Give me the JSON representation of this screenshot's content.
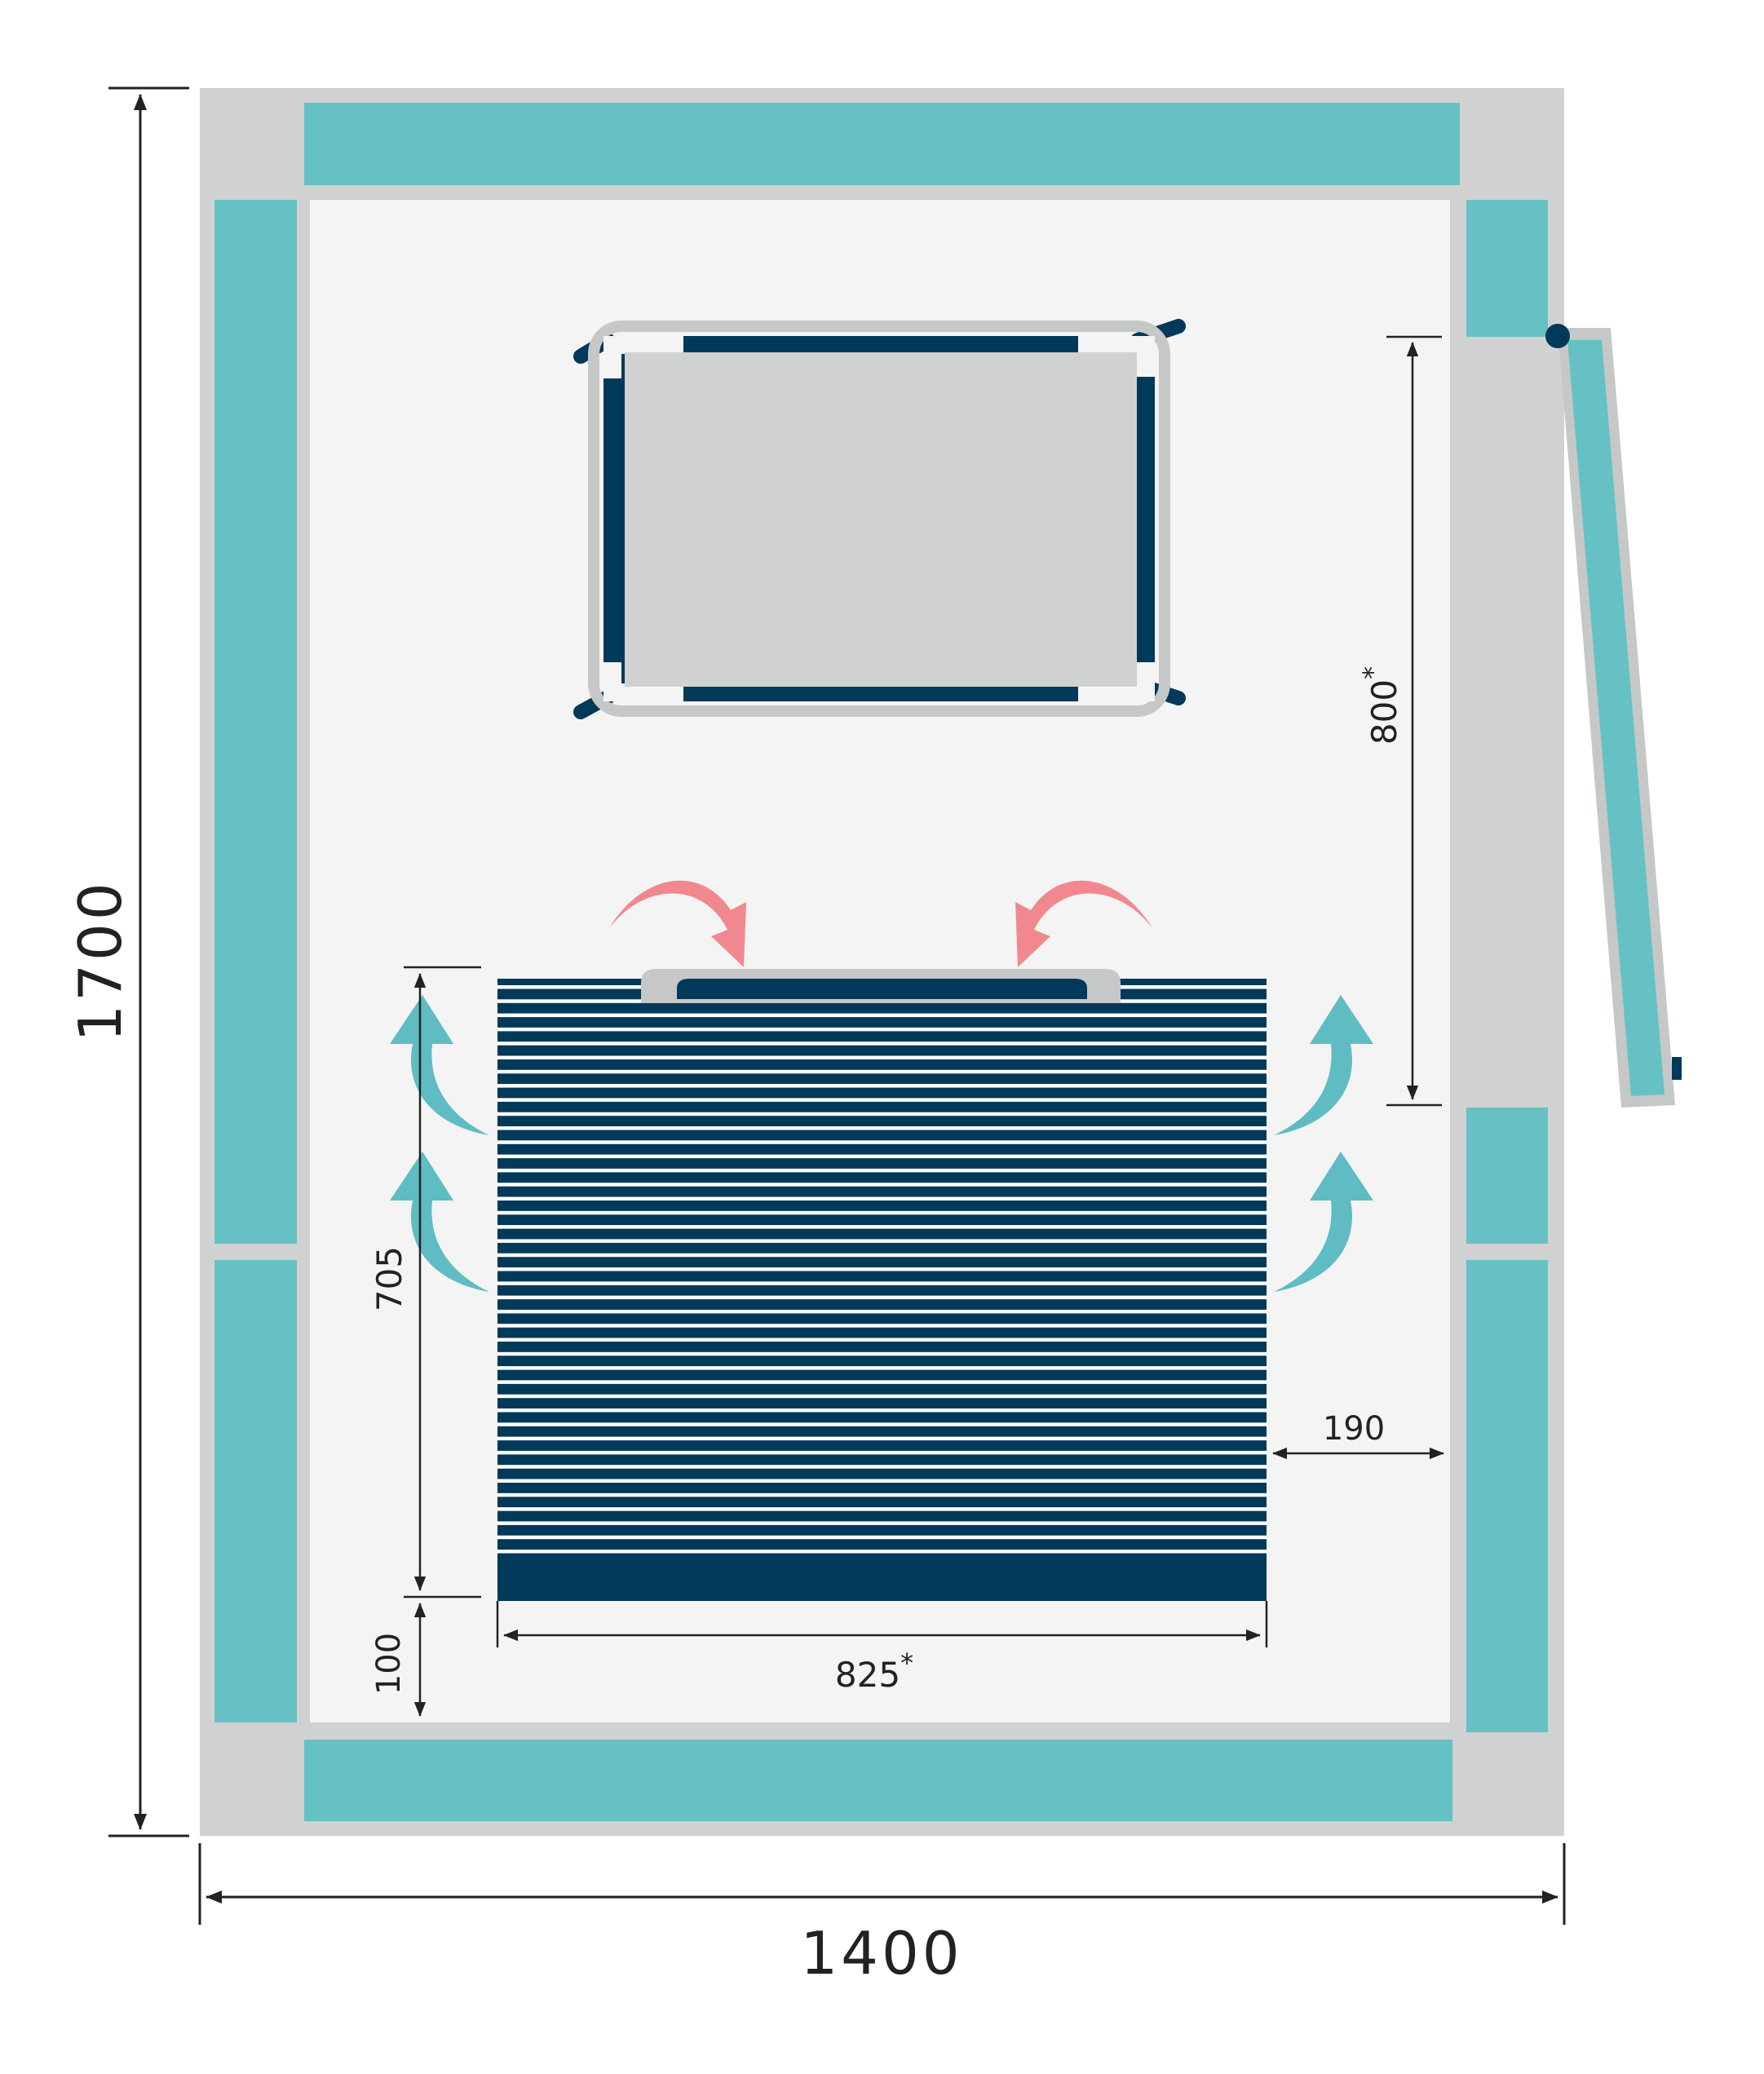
{
  "dimensions": {
    "total_height": "1700",
    "total_width": "1400",
    "clearance_front": "800",
    "unit_depth": "705",
    "unit_width": "825",
    "side_gap": "190",
    "bottom_gap": "100",
    "asterisk": "*"
  },
  "colors": {
    "wall_frame": "#d0d2d2",
    "panel": "#65c1c4",
    "floor": "#f4f4f4",
    "unit_navy": "#003959",
    "unit_stripe": "#ffffff",
    "tray_frame": "#c6c8c8",
    "warm_arrow": "#f2888f",
    "cool_arrow": "#5fbcc3",
    "door_hinge": "#003959"
  }
}
